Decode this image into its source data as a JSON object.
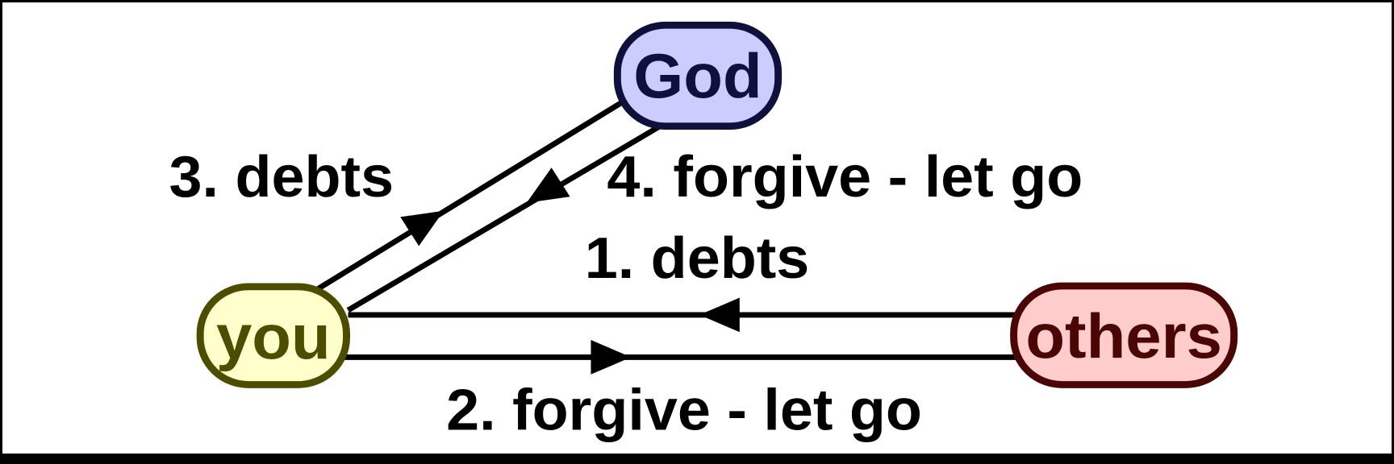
{
  "diagram": {
    "background": "#ffffff",
    "frame_color": "#000000",
    "line_color": "#000000",
    "label_color": "#000000"
  },
  "nodes": {
    "god": {
      "label": "God",
      "fill": "#ccccff",
      "stroke": "#10103c",
      "text_color": "#10103c"
    },
    "you": {
      "label": "you",
      "fill": "#ffffcc",
      "stroke": "#4d4d00",
      "text_color": "#4d4d00"
    },
    "others": {
      "label": "others",
      "fill": "#ffcccc",
      "stroke": "#4a0505",
      "text_color": "#4a0505"
    }
  },
  "edges": [
    {
      "label": "1. debts",
      "from": "others",
      "to": "you"
    },
    {
      "label": "2. forgive - let go",
      "from": "you",
      "to": "others"
    },
    {
      "label": "3. debts",
      "from": "you",
      "to": "god"
    },
    {
      "label": "4. forgive - let go",
      "from": "god",
      "to": "you"
    }
  ]
}
